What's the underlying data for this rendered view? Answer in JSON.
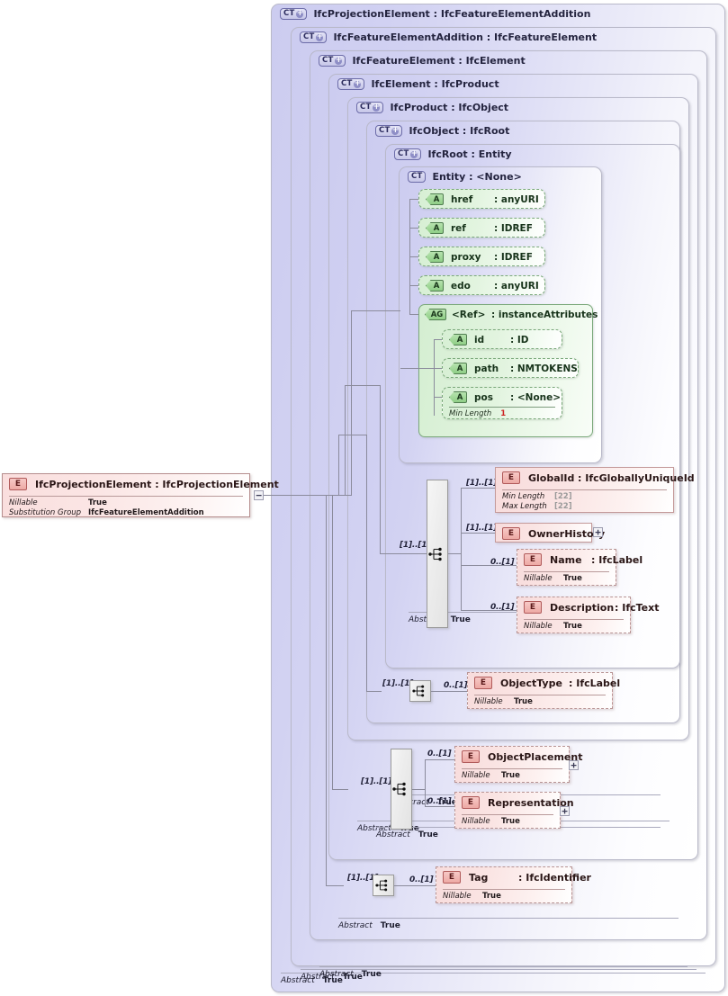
{
  "diagram": {
    "kind": "xsd-schema-tree",
    "root_element": {
      "icon": "element-icon",
      "label": "IfcProjectionElement : IfcProjectionElement",
      "facets": [
        {
          "key": "Nillable",
          "value": "True"
        },
        {
          "key": "Substitution Group",
          "value": "IfcFeatureElementAddition"
        }
      ],
      "toggle": "−"
    },
    "complex_types": [
      {
        "badge": "CT",
        "expandable": true,
        "title": "IfcProjectionElement : IfcFeatureElementAddition",
        "footer_key": "Abstract",
        "footer_value": "True"
      },
      {
        "badge": "CT",
        "expandable": true,
        "title": "IfcFeatureElementAddition : IfcFeatureElement",
        "footer_key": "Abstract",
        "footer_value": "True"
      },
      {
        "badge": "CT",
        "expandable": true,
        "title": "IfcFeatureElement : IfcElement",
        "footer_key": "Abstract",
        "footer_value": "True"
      },
      {
        "badge": "CT",
        "expandable": true,
        "title": "IfcElement : IfcProduct",
        "footer_key": "Abstract",
        "footer_value": "True"
      },
      {
        "badge": "CT",
        "expandable": true,
        "title": "IfcProduct : IfcObject",
        "footer_key": "Abstract",
        "footer_value": "True"
      },
      {
        "badge": "CT",
        "expandable": true,
        "title": "IfcObject : IfcRoot",
        "footer_key": "Abstract",
        "footer_value": "True"
      },
      {
        "badge": "CT",
        "expandable": true,
        "title": "IfcRoot    : Entity",
        "footer_key": "Abstract",
        "footer_value": "True"
      },
      {
        "badge": "CT",
        "expandable": false,
        "title": "Entity      : <None>",
        "footer_key": "Abstract",
        "footer_value": "True"
      }
    ],
    "attributes": [
      {
        "badge": "A",
        "name": "href",
        "type": ": anyURI"
      },
      {
        "badge": "A",
        "name": "ref",
        "type": ": IDREF"
      },
      {
        "badge": "A",
        "name": "proxy",
        "type": ": IDREF"
      },
      {
        "badge": "A",
        "name": "edo",
        "type": ": anyURI"
      }
    ],
    "attribute_group": {
      "badge": "AG",
      "name": "<Ref>",
      "type": ": instanceAttributes",
      "attributes": [
        {
          "badge": "A",
          "name": "id",
          "type": ": ID",
          "facet_key": "",
          "facet_value": ""
        },
        {
          "badge": "A",
          "name": "path",
          "type": ": NMTOKENS",
          "facet_key": "",
          "facet_value": ""
        },
        {
          "badge": "A",
          "name": "pos",
          "type": ": <None>",
          "facet_key": "Min Length",
          "facet_value": "1"
        }
      ]
    },
    "elements": [
      {
        "badge": "E",
        "name": "GlobalId",
        "type": ": IfcGloballyUniqueId",
        "cardinality": "[1]..[1]",
        "required": true,
        "expandable": false,
        "facets": [
          {
            "key": "Min Length",
            "value": "[22]",
            "gray": true
          },
          {
            "key": "Max Length",
            "value": "[22]",
            "gray": true
          }
        ]
      },
      {
        "badge": "E",
        "name": "OwnerHistory",
        "type": "",
        "cardinality": "[1]..[1]",
        "required": true,
        "expandable": true,
        "facets": []
      },
      {
        "badge": "E",
        "name": "Name",
        "type": ": IfcLabel",
        "cardinality": "0..[1]",
        "required": false,
        "expandable": false,
        "facets": [
          {
            "key": "Nillable",
            "value": "True",
            "gray": false
          }
        ]
      },
      {
        "badge": "E",
        "name": "Description",
        "type": ": IfcText",
        "cardinality": "0..[1]",
        "required": false,
        "expandable": false,
        "facets": [
          {
            "key": "Nillable",
            "value": "True",
            "gray": false
          }
        ]
      },
      {
        "badge": "E",
        "name": "ObjectType",
        "type": ": IfcLabel",
        "cardinality": "0..[1]",
        "required": false,
        "expandable": false,
        "facets": [
          {
            "key": "Nillable",
            "value": "True",
            "gray": false
          }
        ]
      },
      {
        "badge": "E",
        "name": "ObjectPlacement",
        "type": "",
        "cardinality": "0..[1]",
        "required": false,
        "expandable": true,
        "facets": [
          {
            "key": "Nillable",
            "value": "True",
            "gray": false
          }
        ]
      },
      {
        "badge": "E",
        "name": "Representation",
        "type": "",
        "cardinality": "0..[1]",
        "required": false,
        "expandable": true,
        "facets": [
          {
            "key": "Nillable",
            "value": "True",
            "gray": false
          }
        ]
      },
      {
        "badge": "E",
        "name": "Tag",
        "type": ": IfcIdentifier",
        "cardinality": "0..[1]",
        "required": false,
        "expandable": true,
        "facets": [
          {
            "key": "Nillable",
            "value": "True",
            "gray": false
          }
        ]
      }
    ],
    "sequences": [
      {
        "name": "sequence-ifcroot",
        "cardinality": "[1]..[1]"
      },
      {
        "name": "sequence-ifcobject",
        "cardinality": "[1]..[1]"
      },
      {
        "name": "sequence-ifcproduct",
        "cardinality": "[1]..[1]"
      },
      {
        "name": "sequence-ifcelement",
        "cardinality": "[1]..[1]"
      }
    ],
    "toggle_labels": {
      "expand": "+",
      "collapse": "−"
    }
  }
}
